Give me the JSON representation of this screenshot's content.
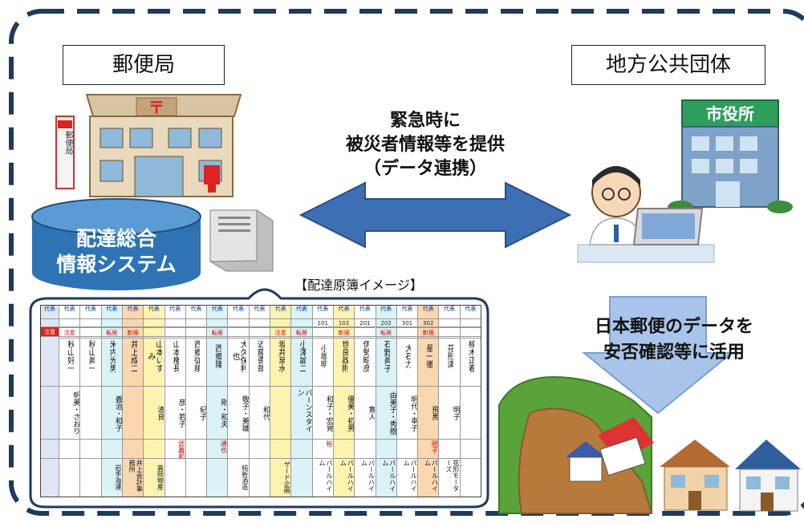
{
  "labels": {
    "post_office": "郵便局",
    "local_government": "地方公共団体",
    "city_hall_sign": "市役所",
    "post_office_sign": "郵便局",
    "arrow_line1": "緊急時に",
    "arrow_line2": "被災者情報等を提供",
    "arrow_line3": "（データ連携）",
    "db_line1": "配達総合",
    "db_line2": "情報システム",
    "ledger_title": "【配達原簿イメージ】",
    "use_line1": "日本郵便のデータを",
    "use_line2": "安否確認等に活用"
  },
  "ledger": {
    "side_header": "代表",
    "side_note": "注意",
    "columns": [
      {
        "head": "代表",
        "room": "",
        "note": "注意",
        "name": "秋山好一",
        "family": "明美・さおり",
        "red": "",
        "company": ""
      },
      {
        "head": "代表",
        "room": "",
        "note": "",
        "name": "秋山眞一",
        "family": "",
        "red": "",
        "company": ""
      },
      {
        "head": "代表",
        "room": "",
        "note": "転居",
        "name": "米内光男",
        "family": "義治・和子",
        "red": "",
        "company": "岩手海運"
      },
      {
        "head": "代表",
        "room": "",
        "note": "新規",
        "name": "井上成二",
        "family": "",
        "red": "",
        "company": "井上会計事務所"
      },
      {
        "head": "代表",
        "room": "",
        "note": "",
        "name": "山本いずみ",
        "family": "清良",
        "red": "",
        "company": "高岡物産"
      },
      {
        "head": "代表",
        "room": "",
        "note": "",
        "name": "山本権長",
        "family": "彦・若子",
        "red": "武義和",
        "company": ""
      },
      {
        "head": "代表",
        "room": "",
        "note": "",
        "name": "西郷従順",
        "family": "紀子",
        "red": "",
        "company": ""
      },
      {
        "head": "代表",
        "room": "",
        "note": "転居",
        "name": "西郷隆",
        "family": "剛・和夫",
        "red": "通也",
        "company": ""
      },
      {
        "head": "代表",
        "room": "",
        "note": "",
        "name": "大久保利也",
        "family": "敬子・美雄",
        "red": "",
        "company": "純新酒造"
      },
      {
        "head": "代表",
        "room": "",
        "note": "",
        "name": "近藤勇哉",
        "family": "和代",
        "red": "",
        "company": ""
      },
      {
        "head": "代表",
        "room": "",
        "note": "注意",
        "name": "坂井泉水",
        "family": "",
        "red": "",
        "company": "ザード企画"
      },
      {
        "head": "代表",
        "room": "",
        "note": "転居",
        "name": "小澤誠二",
        "family": "バーンスタイン",
        "red": "",
        "company": ""
      },
      {
        "head": "代表",
        "room": "101",
        "note": "",
        "name": "小坂明",
        "family": "和子・宏晃",
        "red": "裕",
        "company": "パールハイム"
      },
      {
        "head": "代表",
        "room": "102",
        "note": "新規",
        "name": "世良政則",
        "family": "優美・初男",
        "red": "",
        "company": "パールハイム"
      },
      {
        "head": "代表",
        "room": "201",
        "note": "",
        "name": "伊勢昭彦",
        "family": "寛人",
        "red": "",
        "company": "パールハイム"
      },
      {
        "head": "代表",
        "room": "202",
        "note": "転居",
        "name": "石野眞子",
        "family": "由美子・秀樹",
        "red": "",
        "company": "パールハイム"
      },
      {
        "head": "代表",
        "room": "301",
        "note": "",
        "name": "大石力",
        "family": "明代・幸子",
        "red": "",
        "company": "パールハイム"
      },
      {
        "head": "代表",
        "room": "302",
        "note": "新規",
        "name": "星一徹",
        "family": "飛馬",
        "red": "明子",
        "company": "パールハイム"
      },
      {
        "head": "代表",
        "room": "",
        "note": "",
        "name": "花形満",
        "family": "明子",
        "red": "",
        "company": "花形モーターズ"
      },
      {
        "head": "代表",
        "room": "",
        "note": "",
        "name": "楠木正春",
        "family": "",
        "red": "",
        "company": ""
      }
    ]
  },
  "colors": {
    "dashed_border": "#1f3a5c",
    "arrow_blue": "#3d6fb4",
    "db_blue": "#2e74b5",
    "down_arrow": "#8fb4e3"
  }
}
